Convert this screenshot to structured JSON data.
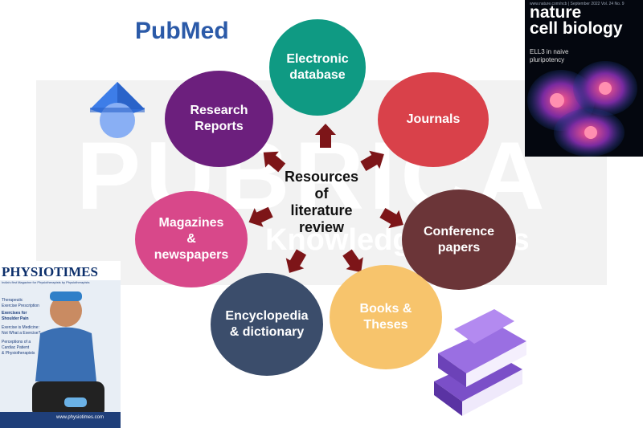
{
  "watermark": {
    "main": "PUBRICA",
    "sub": "Knowledge Works"
  },
  "logos": {
    "pubmed_part1": "Pub",
    "pubmed_part2": "Med"
  },
  "magazine_nature": {
    "title": "nature\ncell biology",
    "issue_line": "www.nature.com/ncb | September 2022 Vol. 24 No. 9",
    "cover_line": "ELL3 in naive\npluripotency"
  },
  "magazine_physio": {
    "title": "PHYSIOTIMES",
    "tagline": "India's first Magazine for Physiotherapists by Physiotherapists",
    "lines": [
      "Therapeutic",
      "Exercise Prescription",
      "Exercises for",
      "Shoulder Pain",
      "Exercise is Medicine:",
      "Not What a Exercise?",
      "Perceptions of a",
      "Cardiac Patient",
      "& Physiotherapists"
    ],
    "url": "www.physiotimes.com"
  },
  "diagram": {
    "center": "Resources\nof\nliterature\nreview",
    "nodes": [
      {
        "id": "electronic",
        "label": "Electronic\ndatabase",
        "color": "#0f9a83"
      },
      {
        "id": "journals",
        "label": "Journals",
        "color": "#d9414a"
      },
      {
        "id": "conference",
        "label": "Conference\npapers",
        "color": "#6b3538"
      },
      {
        "id": "books",
        "label": "Books &\nTheses",
        "color": "#f7c46c"
      },
      {
        "id": "encyclopedia",
        "label": "Encyclopedia\n& dictionary",
        "color": "#3b4d6b"
      },
      {
        "id": "magazines",
        "label": "Magazines\n&\nnewspapers",
        "color": "#d8488a"
      },
      {
        "id": "research",
        "label": "Research\nReports",
        "color": "#6c1f7d"
      }
    ],
    "arrow_color": "#7d1518"
  }
}
